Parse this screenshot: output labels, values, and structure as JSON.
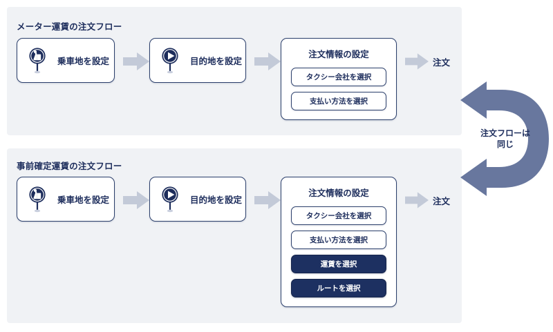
{
  "diagram": {
    "title_hidden": "",
    "accent_navy": "#1d2d5c",
    "button_navy": "#1d3061",
    "panel_bg": "#f0f2f5",
    "arrow_gray": "#c3cad8",
    "curve_arrow_color": "#68779e"
  },
  "sections": [
    {
      "id": "meter",
      "title": "メーター運賃の注文フロー",
      "steps": [
        {
          "label": "乗車地を設定",
          "icon": "pickup-pin-icon"
        },
        {
          "label": "目的地を設定",
          "icon": "destination-pin-icon"
        }
      ],
      "info_card": {
        "title": "注文情報の設定",
        "options": [
          {
            "label": "タクシー会社を選択",
            "style": "light"
          },
          {
            "label": "支払い方法を選択",
            "style": "light"
          }
        ]
      },
      "terminal": "注文"
    },
    {
      "id": "fixed",
      "title": "事前確定運賃の注文フロー",
      "steps": [
        {
          "label": "乗車地を設定",
          "icon": "pickup-pin-icon"
        },
        {
          "label": "目的地を設定",
          "icon": "destination-pin-icon"
        }
      ],
      "info_card": {
        "title": "注文情報の設定",
        "options": [
          {
            "label": "タクシー会社を選択",
            "style": "light"
          },
          {
            "label": "支払い方法を選択",
            "style": "light"
          },
          {
            "label": "運賃を選択",
            "style": "dark"
          },
          {
            "label": "ルートを選択",
            "style": "dark"
          }
        ]
      },
      "terminal": "注文"
    }
  ],
  "connector": {
    "label_line1": "注文フローは",
    "label_line2": "同じ",
    "icon": "double-headed-curved-arrow-icon"
  }
}
